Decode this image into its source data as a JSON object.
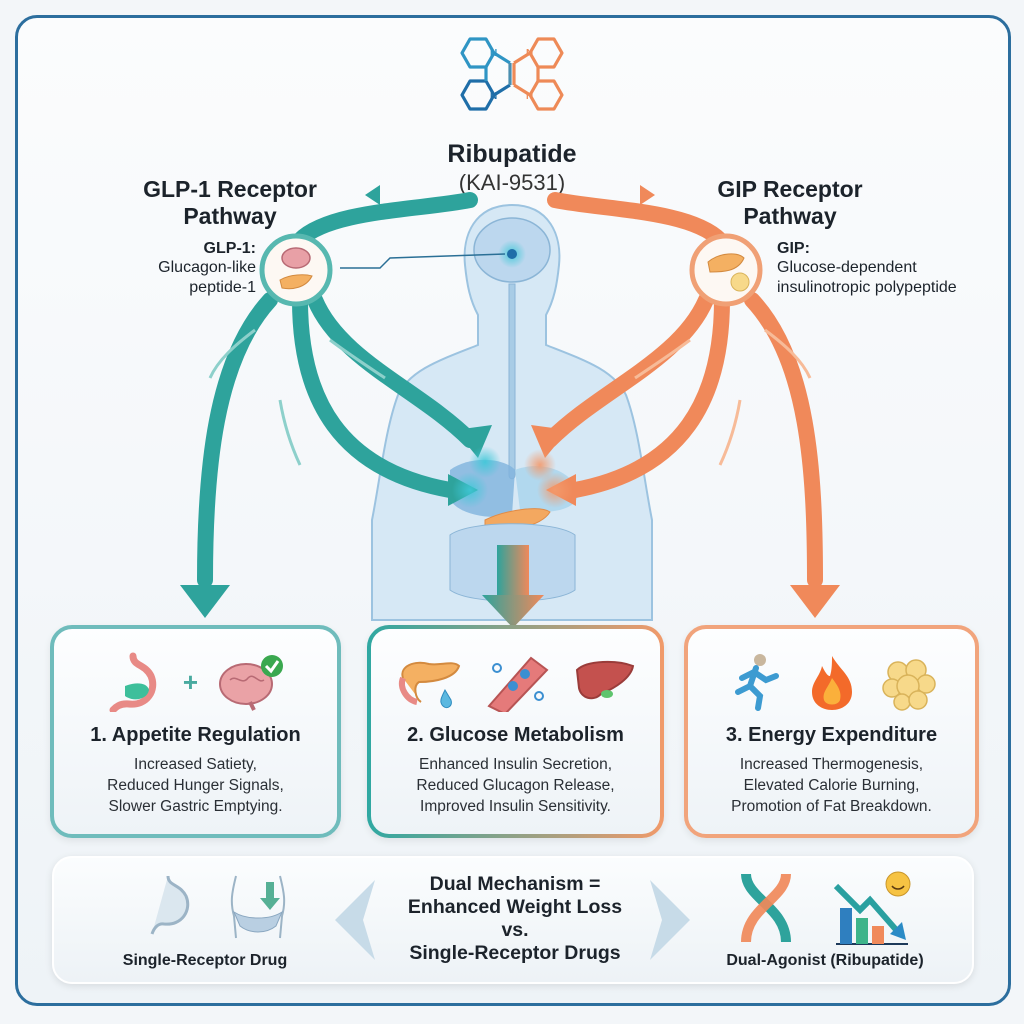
{
  "drug": {
    "name": "Ribupatide",
    "code": "(KAI-9531)",
    "molecule_icon": "bipyridine-molecule-icon"
  },
  "pathways": {
    "glp1": {
      "title_line1": "GLP-1 Receptor",
      "title_line2": "Pathway",
      "abbr": "GLP-1:",
      "definition_line1": "Glucagon-like",
      "definition_line2": "peptide-1",
      "color": "#2ea39c",
      "icon": "brain-pancreas-icon"
    },
    "gip": {
      "title_line1": "GIP Receptor",
      "title_line2": "Pathway",
      "abbr": "GIP:",
      "definition_line1": "Glucose-dependent",
      "definition_line2": "insulinotropic polypeptide",
      "color": "#f0895a",
      "icon": "pancreas-fat-cell-icon"
    }
  },
  "body_diagram": {
    "icon": "human-body-organs-icon",
    "targets": [
      "brain",
      "liver",
      "stomach",
      "pancreas",
      "intestines"
    ]
  },
  "effects": [
    {
      "title": "1. Appetite Regulation",
      "lines": [
        "Increased Satiety,",
        "Reduced Hunger Signals,",
        "Slower Gastric Emptying."
      ],
      "icons": [
        "stomach-icon",
        "plus-icon",
        "brain-check-icon"
      ],
      "plus": "+"
    },
    {
      "title": "2. Glucose Metabolism",
      "lines": [
        "Enhanced Insulin Secretion,",
        "Reduced Glucagon Release,",
        "Improved Insulin Sensitivity."
      ],
      "icons": [
        "pancreas-drop-icon",
        "blood-vessel-icon",
        "liver-icon"
      ]
    },
    {
      "title": "3. Energy Expenditure",
      "lines": [
        "Increased Thermogenesis,",
        "Elevated Calorie Burning,",
        "Promotion of Fat Breakdown."
      ],
      "icons": [
        "running-person-icon",
        "flame-icon",
        "fat-cell-icon"
      ]
    }
  ],
  "comparison": {
    "left_label": "Single-Receptor Drug",
    "center_line1": "Dual Mechanism =",
    "center_line2": "Enhanced Weight Loss",
    "center_line3": "vs.",
    "center_line4": "Single-Receptor Drugs",
    "right_label": "Dual-Agonist (Ribupatide)"
  },
  "colors": {
    "teal": "#2ea39c",
    "orange": "#f0895a",
    "frame": "#2c6e9e"
  }
}
